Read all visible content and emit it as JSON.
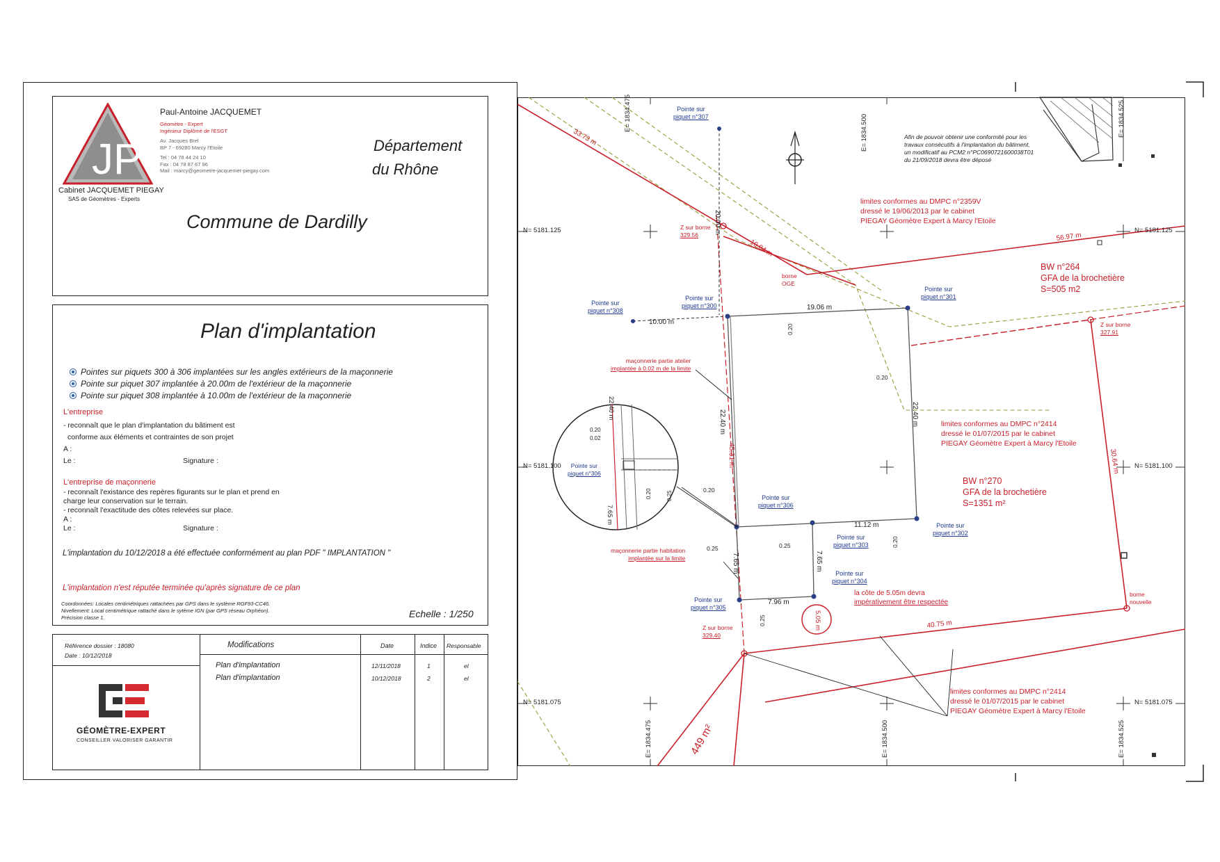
{
  "logo": {
    "letters": "JP",
    "cabinet_name": "Cabinet JACQUEMET PIEGAY",
    "cabinet_sub": "SAS de Géomètres - Experts"
  },
  "header": {
    "person_name": "Paul-Antoine JACQUEMET",
    "person_lines": [
      "Géomètre - Expert",
      "Ingénieur Diplômé de l'ESGT",
      "",
      "Av. Jacques Brel",
      "BP 7 - 69280 Marcy l'Etoile",
      "",
      "Tel : 04 78 44 24 10",
      "Fax : 04 78 87 67 96",
      "Mail : marcy@geometre-jacquemet-piegay.com"
    ],
    "departement_line1": "Département",
    "departement_line2": "du Rhône",
    "commune": "Commune de Dardilly"
  },
  "plan": {
    "title": "Plan d'implantation",
    "bullets": [
      "Pointes sur piquets 300 à 306 implantées sur les angles extérieurs de la maçonnerie",
      "Pointe sur piquet 307 implantée  à 20.00m de l'extérieur de la maçonnerie",
      "Pointe sur piquet 308 implantée  à 10.00m de l'extérieur de la maçonnerie"
    ],
    "entreprise_heading": "L'entreprise",
    "entreprise_lines": [
      "- reconnaît que le plan d'implantation du bâtiment est",
      "  conforme aux éléments et contraintes de son projet"
    ],
    "a_label": "A :",
    "le_label": "Le :",
    "signature_label": "Signature :",
    "maconnerie_heading": "L'entreprise de maçonnerie",
    "maconnerie_lines": [
      "- reconnaît l'existance des repères figurants sur le plan et prend en",
      "charge leur conservation sur le terrain.",
      "- reconnaît l'exactitude des côtes relevées sur place."
    ],
    "implantation_note": "L'implantation du 10/12/2018 a été effectuée conformément au plan PDF \" IMPLANTATION \"",
    "warning": "L'implantation n'est réputée terminée qu'après signature de ce plan",
    "coords_lines": [
      "Coordonnées: Locales centimétriques rattachées par GPS dans le système RGF93-CC46.",
      "Nivellement: Local centimétrique rattaché dans le sytème IGN (par GPS réseau Orphéon).",
      "Précision classe 1."
    ],
    "scale": "Echelle : 1/250"
  },
  "cartouche": {
    "reference": "Référence dossier : 18080",
    "date": "Date : 10/12/2018",
    "headers": [
      "Modifications",
      "Date",
      "Indice",
      "Responsable"
    ],
    "rows": [
      [
        "Plan d'implantation",
        "12/11/2018",
        "1",
        "el"
      ],
      [
        "Plan d'implantation",
        "10/12/2018",
        "2",
        "el"
      ]
    ],
    "ge_title": "GÉOMÈTRE-EXPERT",
    "ge_slogan": "CONSEILLER VALORISER GARANTIR"
  },
  "map": {
    "conformity_note": [
      "Afin de pouvoir obtenir une conformité  pour les",
      "travaux consécutifs à l'implantation du bâtiment,",
      "un modificatif au  PCM2 n°PC0690721600038T01",
      "du 21/09/2018 devra être déposé"
    ],
    "grid_n": [
      "N=  5181.125",
      "N=  5181.100",
      "N=  5181.075"
    ],
    "grid_e": [
      "E=  1834.475",
      "E=  1834.500",
      "E=  1834.525"
    ],
    "limits_note_1": [
      "limites conformes au DMPC n°2359V",
      "dressé le 19/06/2013 par le cabinet",
      "PIEGAY Géomètre Expert à Marcy l'Etoile"
    ],
    "limits_note_2": [
      "limites conformes au DMPC n°2414",
      "dressé le 01/07/2015 par le cabinet",
      "PIEGAY Géomètre Expert à Marcy l'Etoile"
    ],
    "limits_note_3": [
      "limites conformes au DMPC n°2414",
      "dressé le 01/07/2015 par le cabinet",
      "PIEGAY Géomètre Expert à Marcy l'Etoile"
    ],
    "bw264": [
      "BW n°264",
      "GFA de la brochetière",
      "S=505 m2"
    ],
    "bw270": [
      "BW n°270",
      "GFA de la brochetière",
      "S=1351 m²"
    ],
    "area_449": "449 m²",
    "pointes": {
      "p307": [
        "Pointe sur",
        "piquet n°307"
      ],
      "p308": [
        "Pointe sur",
        "piquet n°308"
      ],
      "p300": [
        "Pointe sur",
        "piquet n°300"
      ],
      "p301": [
        "Pointe sur",
        "piquet n°301"
      ],
      "p306": [
        "Pointe sur",
        "piquet n°306"
      ],
      "p306b": [
        "Pointe sur",
        "piquet n°306"
      ],
      "p302": [
        "Pointe sur",
        "piquet n°302"
      ],
      "p303": [
        "Pointe sur",
        "piquet n°303"
      ],
      "p304": [
        "Pointe sur",
        "piquet n°304"
      ],
      "p305": [
        "Pointe sur",
        "piquet n°305"
      ]
    },
    "z_labels": {
      "z1": [
        "Z sur borne",
        "329.56"
      ],
      "z2": [
        "Z sur borne",
        "327.91"
      ],
      "z3": [
        "Z sur borne",
        "329.40"
      ]
    },
    "borne_oge": [
      "borne",
      "OGE"
    ],
    "borne_nouvelle": [
      "borne",
      "nouvelle"
    ],
    "maconnerie_atelier": [
      "maçonnerie partie atelier",
      "implantée à 0.02 m de la limite"
    ],
    "maconnerie_habitation": [
      "maçonnerie partie habitation",
      "implantée sur la limite"
    ],
    "cote_note": [
      "la côte de 5.05m devra",
      "impérativement être respectée"
    ],
    "dims": {
      "d3373": "33.73 m",
      "d2000": "20.00 m",
      "d1004": "10.04 m",
      "d5697": "56.97 m",
      "d1906": "19.06 m",
      "d1000": "10.00 m",
      "d2240a": "22.40 m",
      "d2240b": "22.40 m",
      "d4531": "45.31 m",
      "d3064": "30.64 m",
      "d1112": "11.12 m",
      "d765a": "7.65 m",
      "d765b": "7.65 m",
      "d796": "7.96 m",
      "d505": "5.05 m",
      "d4075": "40.75 m",
      "o020a": "0.20",
      "o020b": "0.20",
      "o020c": "0.20",
      "o020d": "0.20",
      "o025a": "0.25",
      "o025b": "0.25",
      "o025c": "0.25",
      "zd2240": "22.40 m",
      "zd765": "7.65 m",
      "z020": "0.20",
      "z002": "0.02",
      "z020b": "0.20",
      "z025": "0.25"
    }
  },
  "colors": {
    "red": "#c8202a",
    "blue": "#1f3a8f",
    "olive": "#9a9a3a",
    "frame": "#222222"
  }
}
